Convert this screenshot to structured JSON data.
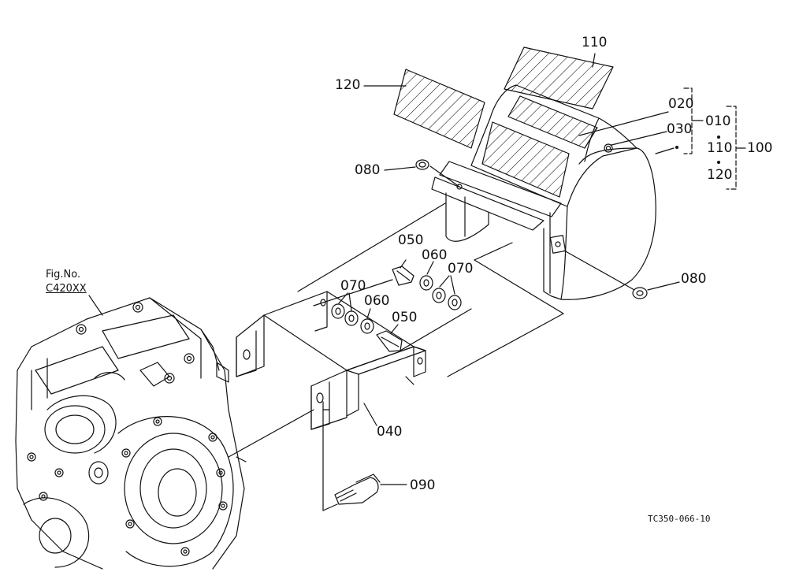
{
  "callouts": {
    "p010": "010",
    "p020": "020",
    "p030": "030",
    "p040": "040",
    "p050a": "050",
    "p050b": "050",
    "p060a": "060",
    "p060b": "060",
    "p070a": "070",
    "p070b": "070",
    "p080a": "080",
    "p080b": "080",
    "p090": "090",
    "p100": "100",
    "p110": "110",
    "p110b": "110",
    "p120": "120",
    "p120b": "120"
  },
  "figure_ref": {
    "label": "Fig.No.",
    "code": "C420XX"
  },
  "drawing_number": "TC350-066-10",
  "colors": {
    "ink": "#111111",
    "paper": "#ffffff"
  }
}
